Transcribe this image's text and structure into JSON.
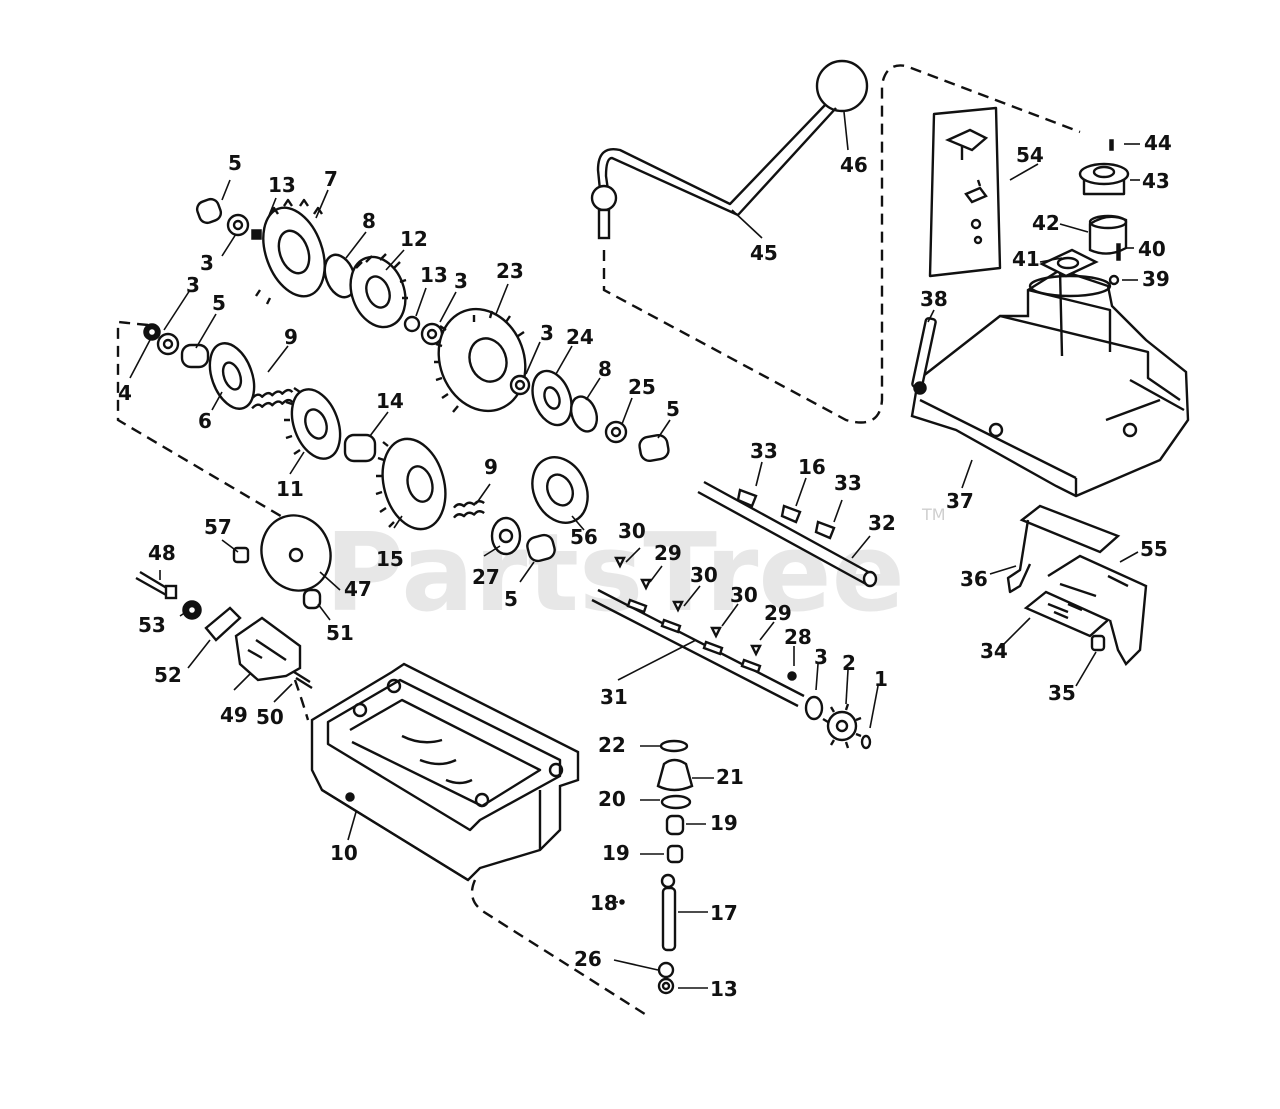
{
  "watermark": {
    "text": "PartsTree",
    "tm": "TM"
  },
  "callouts": [
    "1",
    "2",
    "3",
    "4",
    "5",
    "6",
    "7",
    "8",
    "9",
    "10",
    "11",
    "12",
    "13",
    "14",
    "15",
    "16",
    "17",
    "18",
    "19",
    "20",
    "21",
    "22",
    "23",
    "24",
    "25",
    "26",
    "27",
    "28",
    "29",
    "30",
    "31",
    "32",
    "33",
    "34",
    "35",
    "36",
    "37",
    "38",
    "39",
    "40",
    "41",
    "42",
    "43",
    "44",
    "45",
    "46",
    "47",
    "48",
    "49",
    "50",
    "51",
    "52",
    "53",
    "54",
    "55",
    "56",
    "57"
  ],
  "labels": [
    {
      "t": "5"
    },
    {
      "t": "13"
    },
    {
      "t": "7"
    },
    {
      "t": "3"
    },
    {
      "t": "8"
    },
    {
      "t": "12"
    },
    {
      "t": "13"
    },
    {
      "t": "3"
    },
    {
      "t": "23"
    },
    {
      "t": "3"
    },
    {
      "t": "5"
    },
    {
      "t": "4"
    },
    {
      "t": "9"
    },
    {
      "t": "6"
    },
    {
      "t": "11"
    },
    {
      "t": "14"
    },
    {
      "t": "15"
    },
    {
      "t": "3"
    },
    {
      "t": "24"
    },
    {
      "t": "8"
    },
    {
      "t": "25"
    },
    {
      "t": "5"
    },
    {
      "t": "9"
    },
    {
      "t": "27"
    },
    {
      "t": "5"
    },
    {
      "t": "56"
    },
    {
      "t": "57"
    },
    {
      "t": "47"
    },
    {
      "t": "48"
    },
    {
      "t": "53"
    },
    {
      "t": "51"
    },
    {
      "t": "52"
    },
    {
      "t": "49"
    },
    {
      "t": "50"
    },
    {
      "t": "10"
    },
    {
      "t": "30"
    },
    {
      "t": "29"
    },
    {
      "t": "30"
    },
    {
      "t": "30"
    },
    {
      "t": "29"
    },
    {
      "t": "28"
    },
    {
      "t": "3"
    },
    {
      "t": "2"
    },
    {
      "t": "1"
    },
    {
      "t": "31"
    },
    {
      "t": "33"
    },
    {
      "t": "16"
    },
    {
      "t": "33"
    },
    {
      "t": "32"
    },
    {
      "t": "22"
    },
    {
      "t": "21"
    },
    {
      "t": "20"
    },
    {
      "t": "19"
    },
    {
      "t": "19"
    },
    {
      "t": "18"
    },
    {
      "t": "17"
    },
    {
      "t": "26"
    },
    {
      "t": "13"
    },
    {
      "t": "45"
    },
    {
      "t": "46"
    },
    {
      "t": "54"
    },
    {
      "t": "44"
    },
    {
      "t": "43"
    },
    {
      "t": "42"
    },
    {
      "t": "40"
    },
    {
      "t": "41"
    },
    {
      "t": "39"
    },
    {
      "t": "38"
    },
    {
      "t": "37"
    },
    {
      "t": "36"
    },
    {
      "t": "55"
    },
    {
      "t": "34"
    },
    {
      "t": "35"
    }
  ]
}
